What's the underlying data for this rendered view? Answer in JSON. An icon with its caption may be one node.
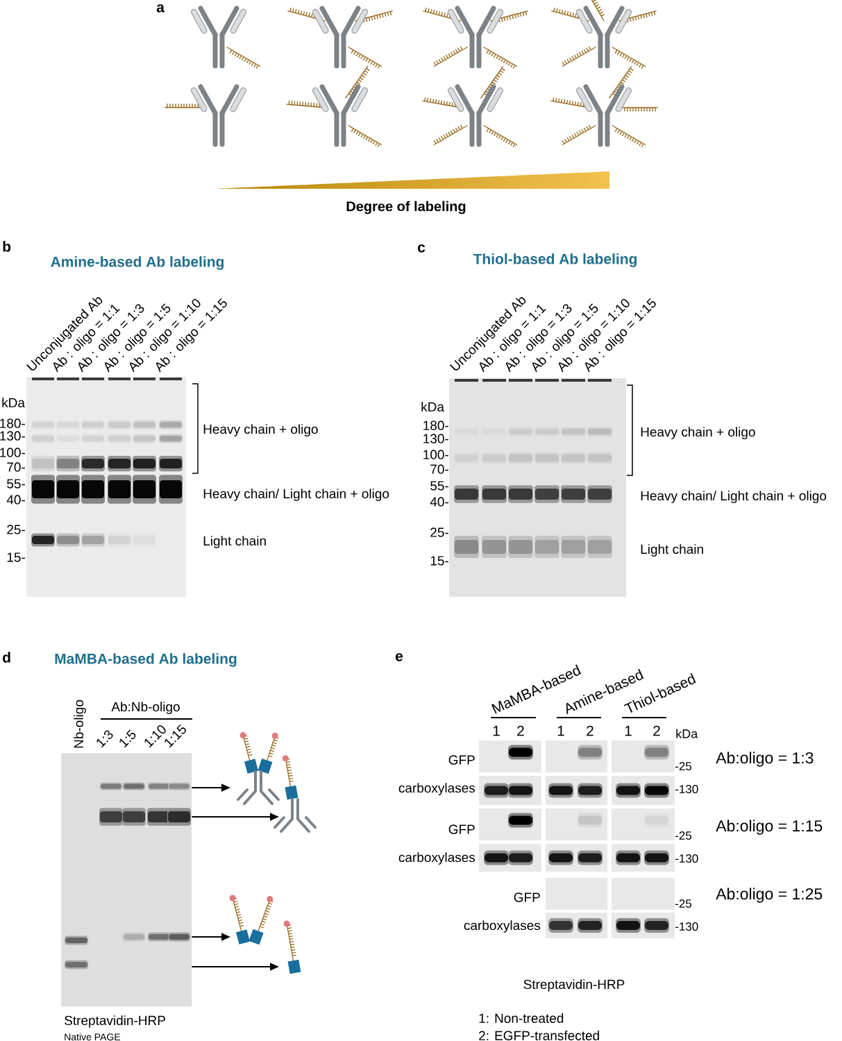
{
  "diagram": {
    "nodes": [
      {
        "text": [],
        "shape": "picture"
      },
      {
        "text": [],
        "shape": "picture"
      },
      {
        "text": [],
        "shape": "picture"
      },
      {
        "text": [],
        "shape": "picture"
      },
      {
        "text": [],
        "shape": "picture"
      }
    ],
    "edges": [
      {
        "from": 0,
        "to": 1,
        "arrow": "to"
      },
      {
        "from": 0,
        "to": 2,
        "arrow": "to"
      },
      {
        "from": 0,
        "to": 3,
        "arrow": "to"
      },
      {
        "from": 0,
        "to": 4,
        "arrow": "to"
      }
    ],
    "labels": [
      "a",
      "Degree of labeling",
      "b",
      "Amine-based Ab labeling",
      "Unconjugated Ab",
      "Ab : oligo = 1:1",
      "Ab : oligo = 1:3",
      "Ab : oligo = 1:5",
      "Ab : oligo = 1:10",
      "Ab : oligo = 1:15",
      "kDa",
      "180-",
      "130-",
      "100-",
      "70-",
      "55-",
      "40-",
      "25-",
      "15-",
      "Heavy chain + oligo",
      "Heavy chain/ Light chain + oligo",
      "Light chain",
      "c",
      "Thiol-based Ab labeling",
      "Unconjugated Ab",
      "Ab : oligo = 1:1",
      "Ab : oligo = 1:3",
      "Ab : oligo = 1:5",
      "Ab : oligo = 1:10",
      "Ab : oligo = 1:15",
      "kDa",
      "180-",
      "130-",
      "100-",
      "70-",
      "55-",
      "40-",
      "25-",
      "15-",
      "Heavy chain + oligo",
      "Heavy chain/ Light chain + oligo",
      "Light chain",
      "d",
      "MaMBA-based Ab labeling",
      "Nb-oligo",
      "Ab:Nb-oligo",
      "1:3",
      "1:5",
      "1:10",
      "1:15",
      "Streptavidin-HRP",
      "Native PAGE",
      "e",
      "MaMBA-based",
      "Amine-based",
      "Thiol-based",
      "1",
      "2",
      "1",
      "2",
      "1",
      "2",
      "kDa",
      "GFP",
      "-25",
      "Ab:oligo = 1:3",
      "carboxylases",
      "-130",
      "GFP",
      "-25",
      "Ab:oligo = 1:15",
      "carboxylases",
      "-130",
      "GFP",
      "-25",
      "Ab:oligo = 1:25",
      "carboxylases",
      "-130",
      "Streptavidin-HRP",
      "1: Non-treated",
      "2: EGFP-transfected"
    ]
  }
}
